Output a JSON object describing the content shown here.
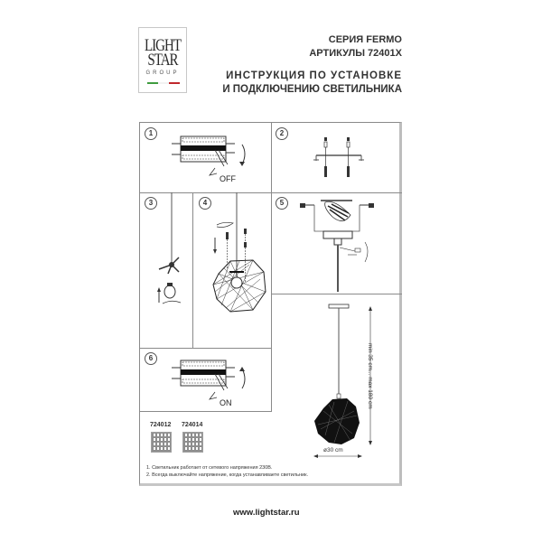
{
  "logo": {
    "line1": "LIGHT",
    "line2": "STAR",
    "line3": "GROUP",
    "flag_colors": [
      "#3f9c3f",
      "#ffffff",
      "#c0282d"
    ]
  },
  "header": {
    "series": "СЕРИЯ FERMO",
    "articles": "АРТИКУЛЫ 72401X",
    "title_line1": "ИНСТРУКЦИЯ ПО УСТАНОВКЕ",
    "title_line2": "И ПОДКЛЮЧЕНИЮ СВЕТИЛЬНИКА"
  },
  "steps": [
    {
      "number": "1",
      "label": "OFF",
      "icon": "circuit-breaker-off-icon"
    },
    {
      "number": "2",
      "icon": "mounting-bracket-screws-icon"
    },
    {
      "number": "3",
      "icon": "socket-bulb-install-icon"
    },
    {
      "number": "4",
      "icon": "shade-attach-icon"
    },
    {
      "number": "5",
      "icon": "canopy-wiring-icon"
    },
    {
      "number": "6",
      "label": "ON",
      "icon": "circuit-breaker-on-icon"
    }
  ],
  "dimensions": {
    "height": "min 35 cm... max 180 cm",
    "diameter": "ø30 cm"
  },
  "qr_codes": [
    {
      "code": "724012",
      "icon": "qr-code-icon"
    },
    {
      "code": "724014",
      "icon": "qr-code-icon"
    }
  ],
  "notes": [
    "1. Светильник работает от сетевого напряжения 230В.",
    "2. Всегда выключайте напряжение, когда устанавливаете светильник."
  ],
  "footer": {
    "url": "www.lightstar.ru"
  }
}
